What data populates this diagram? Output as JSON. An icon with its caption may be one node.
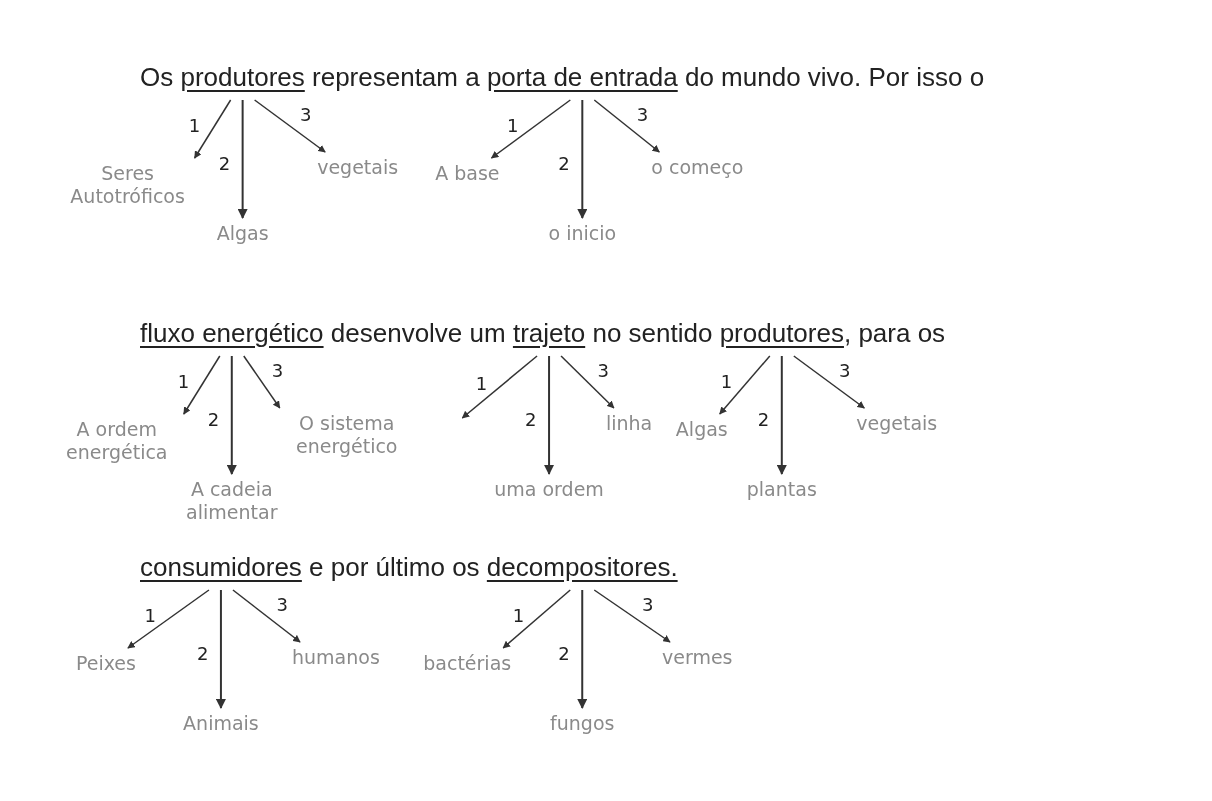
{
  "diagram": {
    "nodes": [
      {
        "text": [
          "produtores"
        ]
      },
      {
        "text": [
          "Seres Autotróficos"
        ]
      },
      {
        "text": [
          "Algas"
        ]
      },
      {
        "text": [
          "vegetais"
        ]
      },
      {
        "text": [
          "porta de entrada"
        ]
      },
      {
        "text": [
          "A base"
        ]
      },
      {
        "text": [
          "o inicio"
        ]
      },
      {
        "text": [
          "o começo"
        ]
      },
      {
        "text": [
          "fluxo energético"
        ]
      },
      {
        "text": [
          "A ordem energética"
        ]
      },
      {
        "text": [
          "A cadeia alimentar"
        ]
      },
      {
        "text": [
          "O sistema energético"
        ]
      },
      {
        "text": [
          "trajeto"
        ]
      },
      {
        "text": [
          "uma ordem"
        ]
      },
      {
        "text": [
          "linha"
        ]
      },
      {
        "text": [
          "produtores"
        ]
      },
      {
        "text": [
          "Algas"
        ]
      },
      {
        "text": [
          "plantas"
        ]
      },
      {
        "text": [
          "vegetais"
        ]
      },
      {
        "text": [
          "consumidores"
        ]
      },
      {
        "text": [
          "Peixes"
        ]
      },
      {
        "text": [
          "Animais"
        ]
      },
      {
        "text": [
          "humanos"
        ]
      },
      {
        "text": [
          "decompositores."
        ]
      },
      {
        "text": [
          "bactérias"
        ]
      },
      {
        "text": [
          "fungos"
        ]
      },
      {
        "text": [
          "vermes"
        ]
      }
    ],
    "edges": [
      {
        "from": 0,
        "to": 1,
        "arrow": "to",
        "label": "1"
      },
      {
        "from": 0,
        "to": 2,
        "arrow": "to",
        "label": "2"
      },
      {
        "from": 0,
        "to": 3,
        "arrow": "to",
        "label": "3"
      },
      {
        "from": 4,
        "to": 5,
        "arrow": "to",
        "label": "1"
      },
      {
        "from": 4,
        "to": 6,
        "arrow": "to",
        "label": "2"
      },
      {
        "from": 4,
        "to": 7,
        "arrow": "to",
        "label": "3"
      },
      {
        "from": 8,
        "to": 9,
        "arrow": "to",
        "label": "1"
      },
      {
        "from": 8,
        "to": 10,
        "arrow": "to",
        "label": "2"
      },
      {
        "from": 8,
        "to": 11,
        "arrow": "to",
        "label": "3"
      },
      {
        "from": 12,
        "to": null,
        "arrow": "to",
        "label": "1"
      },
      {
        "from": 12,
        "to": 13,
        "arrow": "to",
        "label": "2"
      },
      {
        "from": 12,
        "to": 14,
        "arrow": "to",
        "label": "3"
      },
      {
        "from": 15,
        "to": 16,
        "arrow": "to",
        "label": "1"
      },
      {
        "from": 15,
        "to": 17,
        "arrow": "to",
        "label": "2"
      },
      {
        "from": 15,
        "to": 18,
        "arrow": "to",
        "label": "3"
      },
      {
        "from": 19,
        "to": 20,
        "arrow": "to",
        "label": "1"
      },
      {
        "from": 19,
        "to": 21,
        "arrow": "to",
        "label": "2"
      },
      {
        "from": 19,
        "to": 22,
        "arrow": "to",
        "label": "3"
      },
      {
        "from": 23,
        "to": 24,
        "arrow": "to",
        "label": "1"
      },
      {
        "from": 23,
        "to": 25,
        "arrow": "to",
        "label": "2"
      },
      {
        "from": 23,
        "to": 26,
        "arrow": "to",
        "label": "3"
      }
    ],
    "labels": [
      "Os",
      "representam a",
      "do mundo vivo. Por isso o",
      "desenvolve um",
      "no sentido",
      ", para os",
      "e por último os"
    ]
  }
}
